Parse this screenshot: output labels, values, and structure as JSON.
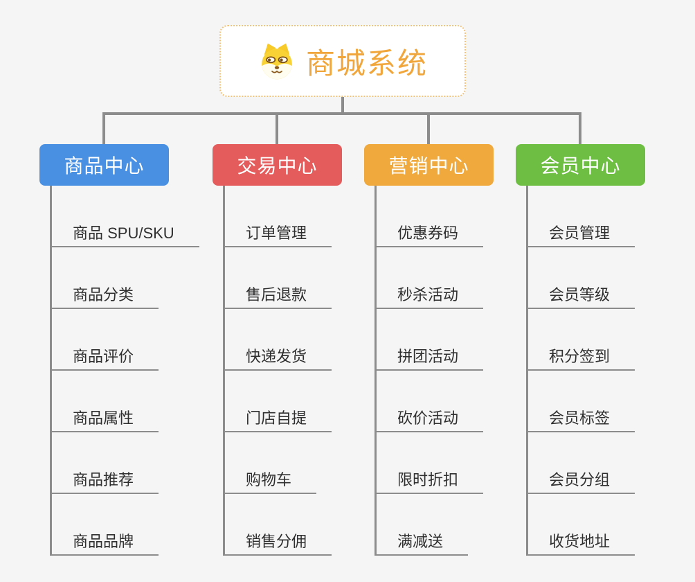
{
  "root": {
    "title": "商城系统",
    "icon": "dog-face-icon"
  },
  "branches": [
    {
      "label": "商品中心",
      "color": "#4a90e2",
      "children": [
        "商品 SPU/SKU",
        "商品分类",
        "商品评价",
        "商品属性",
        "商品推荐",
        "商品品牌"
      ]
    },
    {
      "label": "交易中心",
      "color": "#e45c5c",
      "children": [
        "订单管理",
        "售后退款",
        "快递发货",
        "门店自提",
        "购物车",
        "销售分佣"
      ]
    },
    {
      "label": "营销中心",
      "color": "#efa93c",
      "children": [
        "优惠券码",
        "秒杀活动",
        "拼团活动",
        "砍价活动",
        "限时折扣",
        "满减送"
      ]
    },
    {
      "label": "会员中心",
      "color": "#6ebe44",
      "children": [
        "会员管理",
        "会员等级",
        "积分签到",
        "会员标签",
        "会员分组",
        "收货地址"
      ]
    }
  ],
  "colors": {
    "background": "#f5f5f6",
    "connector": "#8c8c8c",
    "root_title": "#f1a63c",
    "root_border": "#f2c279",
    "leaf_text": "#2f2f2f"
  }
}
